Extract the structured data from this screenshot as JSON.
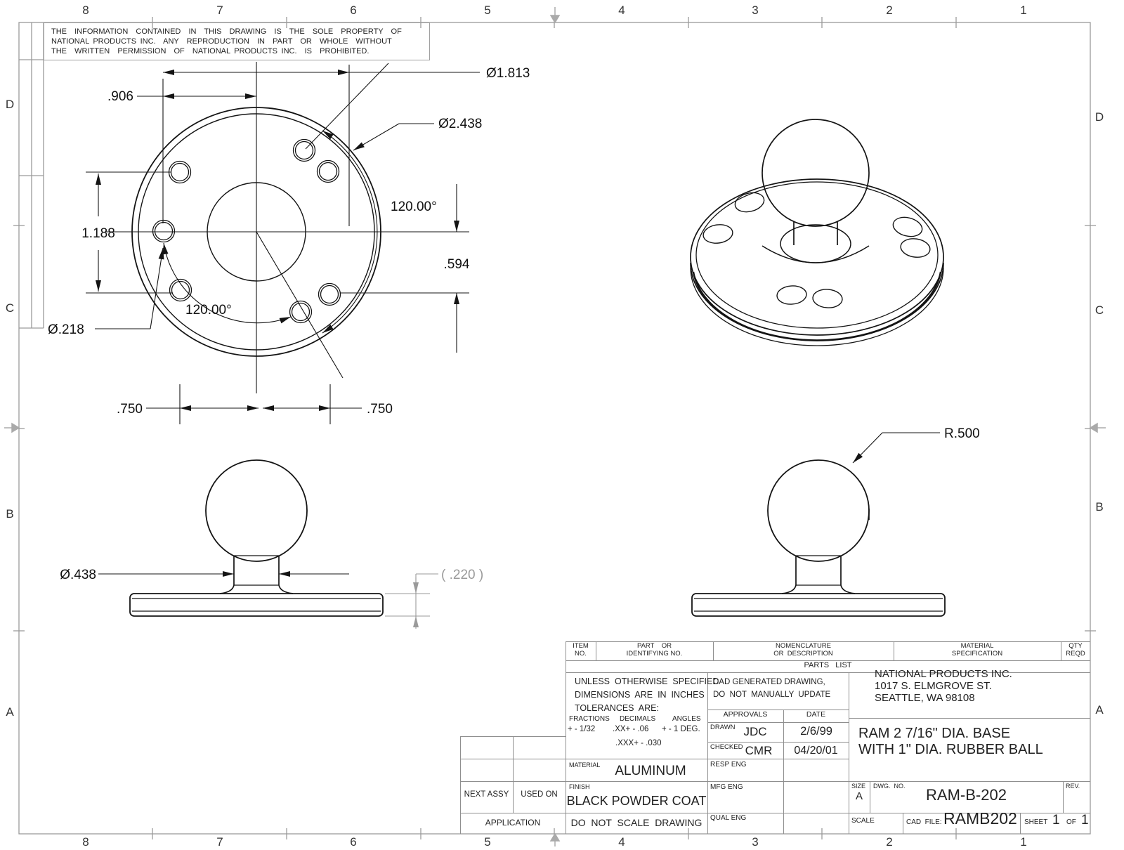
{
  "sheet": {
    "zones_top": [
      "8",
      "7",
      "6",
      "5",
      "4",
      "3",
      "2",
      "1"
    ],
    "zones_bottom": [
      "8",
      "7",
      "6",
      "5",
      "4",
      "3",
      "2",
      "1"
    ],
    "zones_left": [
      "D",
      "C",
      "B",
      "A"
    ],
    "zones_right": [
      "D",
      "C",
      "B",
      "A"
    ]
  },
  "notice": {
    "line1": "THE  INFORMATION  CONTAINED  IN  THIS  DRAWING  IS  THE  SOLE  PROPERTY  OF",
    "line2": "NATIONAL PRODUCTS INC.  ANY  REPRODUCTION  IN  PART  OR  WHOLE  WITHOUT",
    "line3": "THE  WRITTEN  PERMISSION  OF  NATIONAL PRODUCTS INC.  IS  PROHIBITED."
  },
  "front_view": {
    "dia_bolt_circle": "Ø1.813",
    "dim_hole_offset": ".906",
    "dia_outer": "Ø2.438",
    "angle_upper": "120.00°",
    "dim_vertical": "1.188",
    "dim_lower_offset": ".594",
    "dia_hole": "Ø.218",
    "angle_lower": "120.00°",
    "dim_left_750": ".750",
    "dim_right_750": ".750"
  },
  "side_views": {
    "dia_stem": "Ø.438",
    "thickness_ref": "( .220 )",
    "ball_radius": "R.500"
  },
  "parts_list": {
    "col_item_1": "ITEM",
    "col_item_2": "NO.",
    "col_part_1": "PART    OR",
    "col_part_2": "IDENTIFYING NO.",
    "col_nom_1": "NOMENCLATURE",
    "col_nom_2": "OR  DESCRIPTION",
    "col_mat_1": "MATERIAL",
    "col_mat_2": "SPECIFICATION",
    "col_qty_1": "QTY",
    "col_qty_2": "REQD",
    "title": "PARTS   LIST"
  },
  "tolerances": {
    "line1": "UNLESS  OTHERWISE  SPECIFIED",
    "line2": "DIMENSIONS  ARE  IN  INCHES",
    "line3": "TOLERANCES  ARE:",
    "head_fractions": "FRACTIONS",
    "head_decimals": "DECIMALS",
    "head_angles": "ANGLES",
    "val_fractions": "+ - 1/32",
    "val_decimals": ".XX+ - .06",
    "val_angles": "+ - 1 DEG.",
    "val_decimals2": ".XXX+ - .030"
  },
  "cad_note": {
    "line1": "CAD GENERATED DRAWING,",
    "line2": "DO  NOT  MANUALLY  UPDATE"
  },
  "approvals": {
    "header_approvals": "APPROVALS",
    "header_date": "DATE",
    "drawn_label": "DRAWN",
    "drawn_by": "JDC",
    "drawn_date": "2/6/99",
    "checked_label": "CHECKED",
    "checked_by": "CMR",
    "checked_date": "04/20/01",
    "resp_eng": "RESP ENG",
    "mfg_eng": "MFG ENG",
    "qual_eng": "QUAL ENG"
  },
  "company": {
    "name": "NATIONAL PRODUCTS INC.",
    "street": "1017 S. ELMGROVE ST.",
    "city": "SEATTLE, WA 98108"
  },
  "drawing_title": {
    "line1": "RAM 2 7/16\" DIA. BASE",
    "line2": "WITH 1\" DIA. RUBBER BALL"
  },
  "material": {
    "label": "MATERIAL",
    "value": "ALUMINUM"
  },
  "finish": {
    "label": "FINISH",
    "value": "BLACK POWDER COAT"
  },
  "do_not_scale": "DO  NOT  SCALE  DRAWING",
  "drawing_info": {
    "size_label": "SIZE",
    "size": "A",
    "dwg_label": "DWG.  NO.",
    "dwg_no": "RAM-B-202",
    "rev_label": "REV.",
    "scale_label": "SCALE",
    "cad_file_label": "CAD  FILE:",
    "cad_file": "RAMB202",
    "sheet_label": "SHEET",
    "sheet_no": "1",
    "of_label": "OF",
    "sheet_total": "1"
  },
  "application": {
    "next_assy": "NEXT ASSY",
    "used_on": "USED ON",
    "label": "APPLICATION"
  }
}
